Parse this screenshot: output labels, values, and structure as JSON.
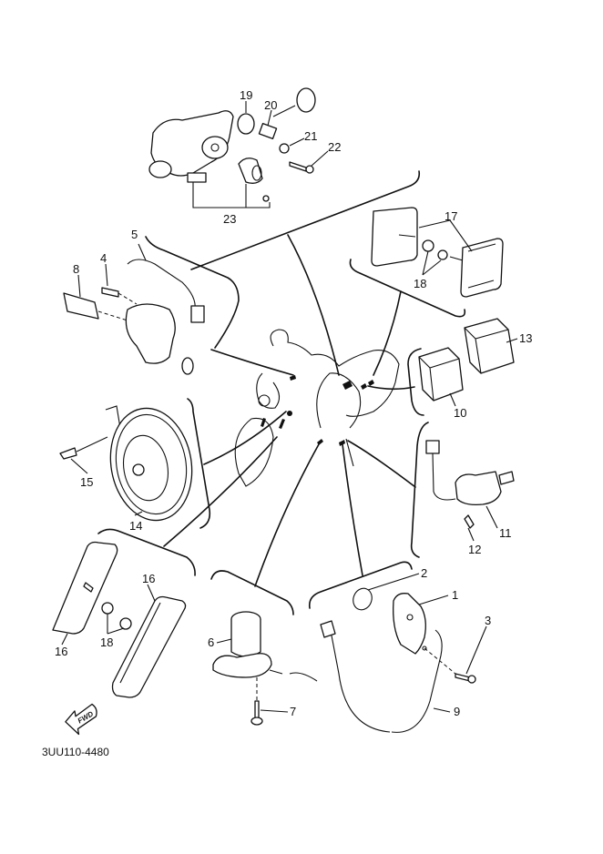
{
  "diagram": {
    "title": "Electrical parts exploded view",
    "drawing_code": "3UU110-4480",
    "direction_marker": "FWD",
    "callouts": [
      {
        "id": "1",
        "label": "1",
        "part": "pickup-coil-plate"
      },
      {
        "id": "2",
        "label": "2",
        "part": "o-ring"
      },
      {
        "id": "3",
        "label": "3",
        "part": "bolt"
      },
      {
        "id": "4",
        "label": "4",
        "part": "temperature-sensor"
      },
      {
        "id": "5",
        "label": "5",
        "part": "wire-lead"
      },
      {
        "id": "6",
        "label": "6",
        "part": "sensor-unit"
      },
      {
        "id": "7",
        "label": "7",
        "part": "bolt"
      },
      {
        "id": "8",
        "label": "8",
        "part": "switch-sensor"
      },
      {
        "id": "9",
        "label": "9",
        "part": "lead-wire"
      },
      {
        "id": "10",
        "label": "10",
        "part": "relay"
      },
      {
        "id": "11",
        "label": "11",
        "part": "solenoid-switch"
      },
      {
        "id": "12",
        "label": "12",
        "part": "screw"
      },
      {
        "id": "13",
        "label": "13",
        "part": "relay"
      },
      {
        "id": "14",
        "label": "14",
        "part": "horn"
      },
      {
        "id": "15",
        "label": "15",
        "part": "bolt"
      },
      {
        "id": "16a",
        "label": "16",
        "part": "side-reflector-left"
      },
      {
        "id": "16b",
        "label": "16",
        "part": "side-reflector-right"
      },
      {
        "id": "17",
        "label": "17",
        "part": "reflector"
      },
      {
        "id": "18a",
        "label": "18",
        "part": "nut-rear"
      },
      {
        "id": "18b",
        "label": "18",
        "part": "nut-side"
      },
      {
        "id": "19",
        "label": "19",
        "part": "grommet"
      },
      {
        "id": "20",
        "label": "20",
        "part": "collar"
      },
      {
        "id": "21",
        "label": "21",
        "part": "washer"
      },
      {
        "id": "22",
        "label": "22",
        "part": "bolt"
      },
      {
        "id": "23",
        "label": "23",
        "part": "speed-sensor-assembly"
      }
    ]
  }
}
